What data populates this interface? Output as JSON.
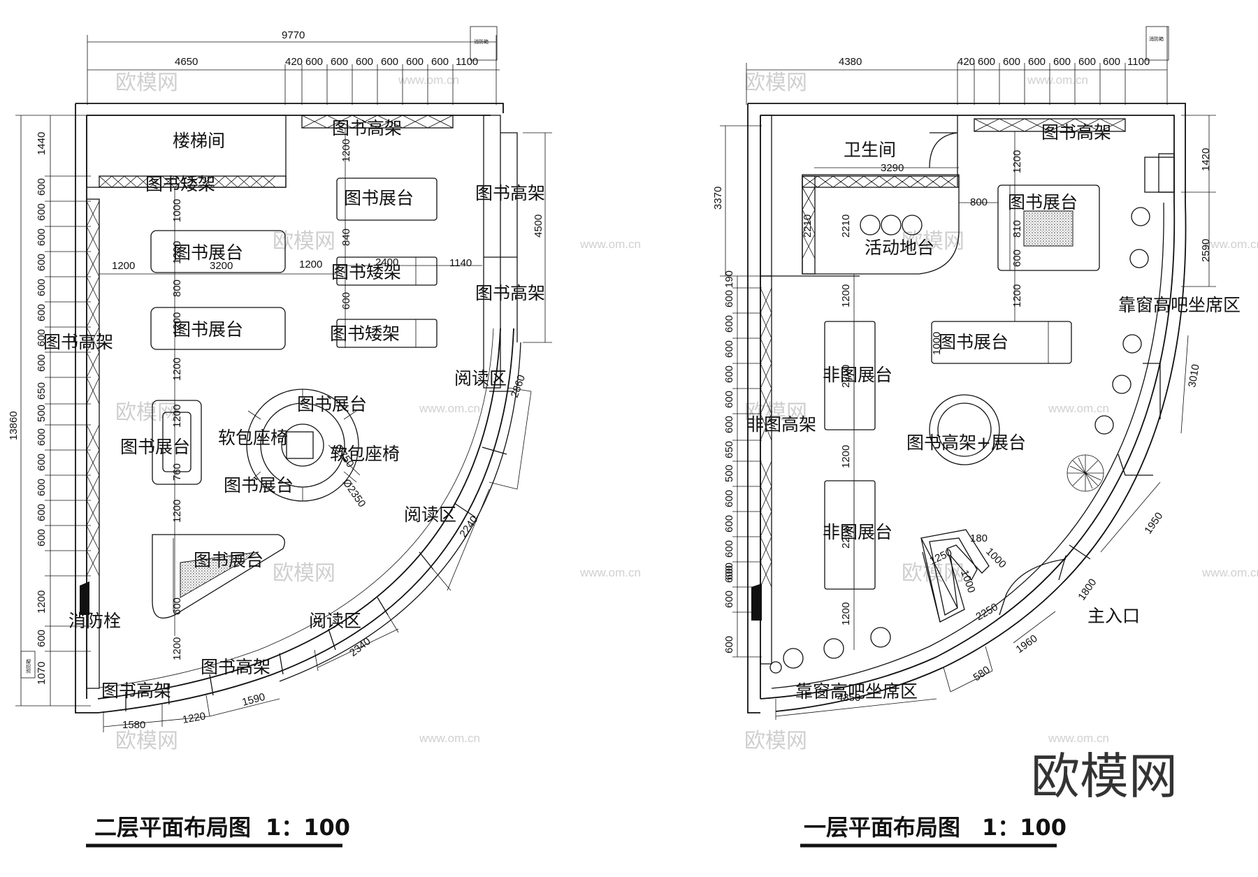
{
  "watermark": {
    "brand": "欧模网",
    "url": "www.om.cn",
    "logo": "欧模网"
  },
  "titles": {
    "second_floor": "二层平面布局图",
    "second_scale": "1：100",
    "first_floor": "一层平面布局图",
    "first_scale": "1：100"
  },
  "fire_box_label": "消防栓",
  "fire_box_tag": "消防箱",
  "second_floor": {
    "dims_top": [
      "9770",
      "4650",
      "420",
      "600",
      "600",
      "600",
      "600",
      "600",
      "600",
      "1100"
    ],
    "dims_left": [
      "13860",
      "1440",
      "600",
      "600",
      "600",
      "600",
      "600",
      "600",
      "600",
      "600",
      "650",
      "500",
      "600",
      "600",
      "600",
      "600",
      "600",
      "1200",
      "600",
      "1070"
    ],
    "dims_inner": [
      "1200",
      "1000",
      "1200",
      "3200",
      "1200",
      "1200",
      "840",
      "2400",
      "1140",
      "800",
      "1200",
      "1200",
      "1200",
      "760",
      "1200",
      "1200",
      "600",
      "600",
      "4500",
      "2860",
      "2240",
      "2340",
      "1580",
      "1220",
      "1590",
      "Ø2350",
      "Ø750"
    ],
    "labels": {
      "stairs": "楼梯间",
      "low_shelf_1": "图书矮架",
      "high_shelf_top": "图书高架",
      "display_1": "图书展台",
      "high_shelf_right_1": "图书高架",
      "display_2": "图书展台",
      "low_shelf_2": "图书矮架",
      "high_shelf_right_2": "图书高架",
      "display_3": "图书展台",
      "low_shelf_3": "图书矮架",
      "high_shelf_left": "图书高架",
      "reading_1": "阅读区",
      "display_round": "图书展台",
      "sofa_1": "软包座椅",
      "display_4": "图书展台",
      "sofa_2": "软包座椅",
      "display_round_2": "图书展台",
      "reading_2": "阅读区",
      "display_5": "图书展台",
      "fire": "消防栓",
      "reading_3": "阅读区",
      "high_shelf_bottom": "图书高架",
      "high_shelf_bottom_2": "图书高架"
    }
  },
  "first_floor": {
    "dims_top": [
      "4380",
      "420",
      "600",
      "600",
      "600",
      "600",
      "600",
      "600",
      "1100"
    ],
    "dims_left": [
      "3370",
      "2210",
      "190",
      "600",
      "600",
      "600",
      "600",
      "600",
      "600",
      "650",
      "500",
      "600",
      "600",
      "600",
      "600",
      "600",
      "600",
      "600"
    ],
    "dims_inner": [
      "3290",
      "2210",
      "1200",
      "800",
      "1200",
      "810",
      "600",
      "1200",
      "1000",
      "2200",
      "1200",
      "2200",
      "1200",
      "1420",
      "2590",
      "3010",
      "1950",
      "1800",
      "1960",
      "580",
      "4350",
      "1250",
      "180",
      "1000",
      "1000",
      "2250"
    ],
    "labels": {
      "wc": "卫生间",
      "high_shelf_top": "图书高架",
      "display_1": "图书展台",
      "stage": "活动地台",
      "bar_seat_1": "靠窗高吧坐席区",
      "display_2": "图书展台",
      "non_display_1": "非图展台",
      "non_shelf": "非图高架",
      "shelf_display": "图书高架+展台",
      "non_display_2": "非图展台",
      "entrance": "主入口",
      "bar_seat_2": "靠窗高吧坐席区"
    }
  }
}
